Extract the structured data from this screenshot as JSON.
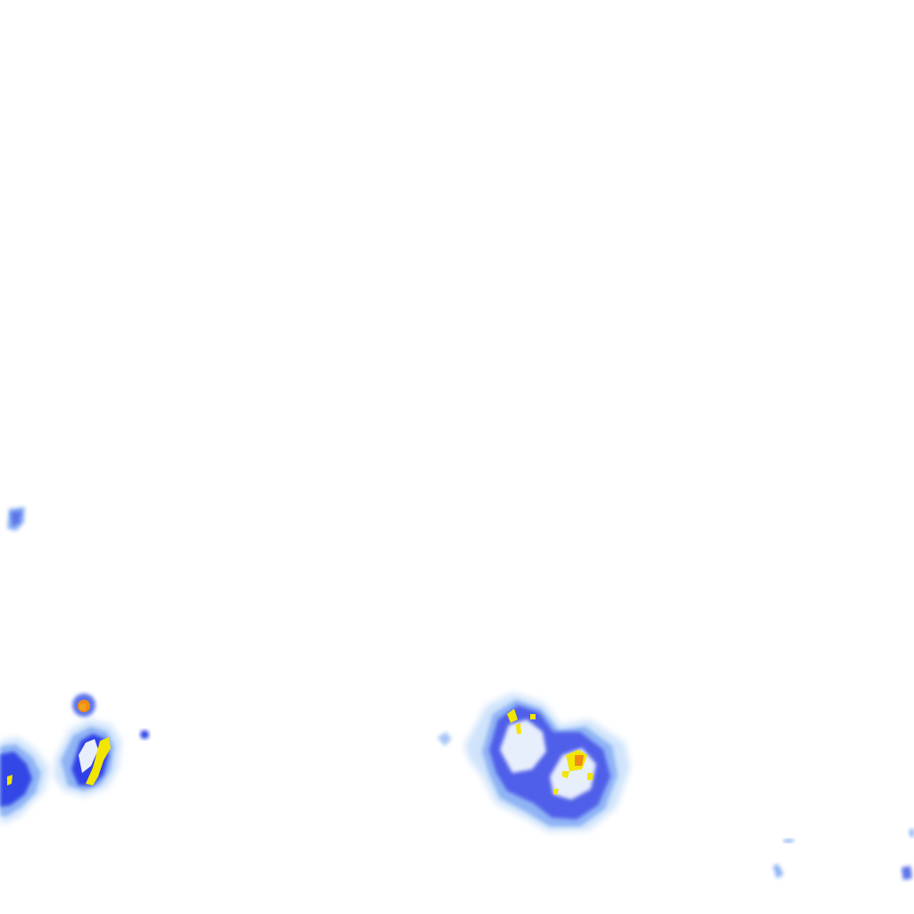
{
  "map": {
    "kind": "precipitation-radar-overlay",
    "background_color": "#ffffff",
    "intensity_palette": {
      "trace": "#cfe3fb",
      "light": "#8fb4f5",
      "moderate": "#2f3fe6",
      "heavy": "#f2e600",
      "intense": "#f08a12"
    },
    "cell_names": [
      "echo-far-left-fragment",
      "cell-west",
      "cell-west-core",
      "echo-small-west",
      "cell-central",
      "echo-southeast-a",
      "echo-southeast-b",
      "echo-southeast-edge"
    ]
  }
}
